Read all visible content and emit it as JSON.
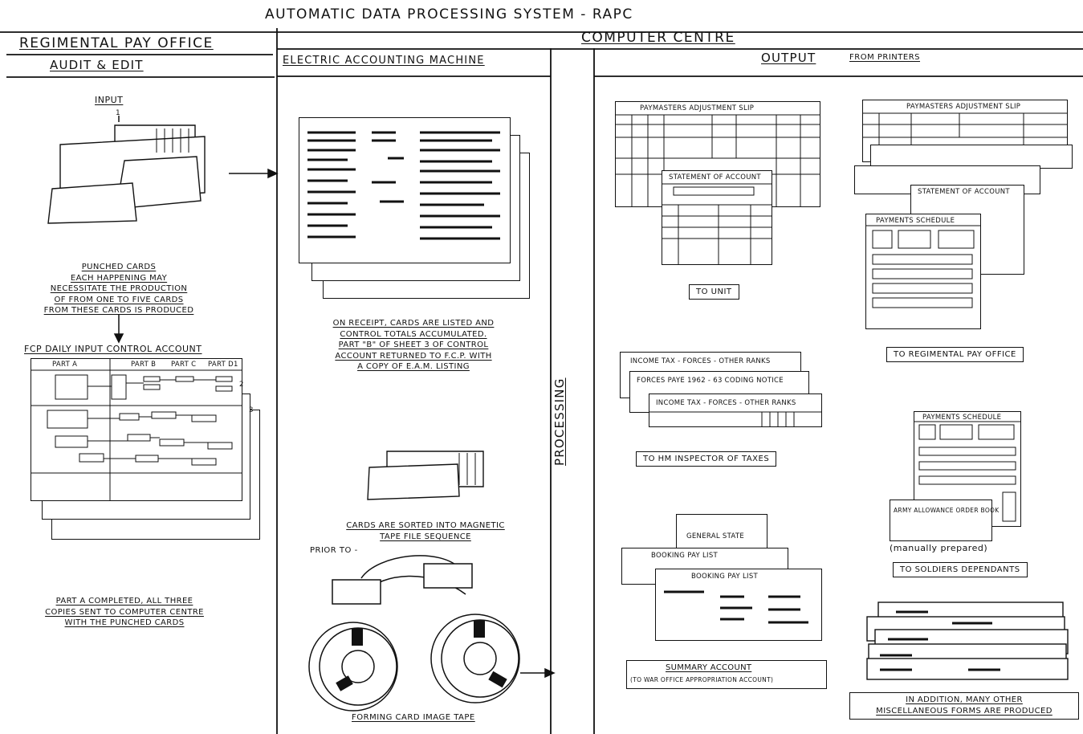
{
  "title": "AUTOMATIC DATA PROCESSING SYSTEM - RAPC",
  "left": {
    "office": "REGIMENTAL PAY OFFICE",
    "section": "AUDIT & EDIT",
    "input_label": "INPUT",
    "input_tick": "1",
    "punched_cards_text": [
      "PUNCHED CARDS",
      "EACH HAPPENING MAY",
      "NECESSITATE THE PRODUCTION",
      "OF FROM ONE TO FIVE CARDS",
      "FROM THESE CARDS IS PRODUCED"
    ],
    "control_account_title": "FCP DAILY INPUT CONTROL ACCOUNT",
    "parts": [
      "PART A",
      "PART B",
      "PART C",
      "PART D"
    ],
    "part_d_num": "1",
    "sheet_nums": [
      "2",
      "3"
    ],
    "completed_text": [
      "PART A COMPLETED, ALL THREE",
      "COPIES SENT TO COMPUTER CENTRE",
      "WITH THE PUNCHED CARDS"
    ]
  },
  "centre": {
    "heading": "COMPUTER CENTRE",
    "eam_heading": "ELECTRIC ACCOUNTING MACHINE",
    "receipt_text": [
      "ON RECEIPT, CARDS ARE LISTED AND",
      "CONTROL TOTALS ACCUMULATED.",
      "PART \"B\" OF SHEET 3 OF CONTROL",
      "ACCOUNT RETURNED TO F.C.P. WITH",
      "A COPY OF E.A.M. LISTING"
    ],
    "sorted_text": [
      "CARDS ARE SORTED INTO MAGNETIC",
      "TAPE FILE SEQUENCE"
    ],
    "prior_to": "PRIOR TO -",
    "forming_text": "FORMING CARD IMAGE TAPE",
    "processing": "PROCESSING"
  },
  "output": {
    "heading": "OUTPUT",
    "from_printers": "FROM PRINTERS",
    "paymasters_slip": "PAYMASTERS ADJUSTMENT SLIP",
    "statement_of_account": "STATEMENT OF ACCOUNT",
    "payments_schedule": "PAYMENTS SCHEDULE",
    "to_unit": "TO UNIT",
    "to_regimental": "TO REGIMENTAL PAY OFFICE",
    "income_tax_1": "INCOME TAX - FORCES - OTHER RANKS",
    "forces_paye": "FORCES PAYE 1962 - 63 CODING NOTICE",
    "income_tax_2": "INCOME TAX - FORCES - OTHER RANKS",
    "to_hm_inspector": "TO HM INSPECTOR OF TAXES",
    "army_allowance": "ARMY ALLOWANCE ORDER BOOK",
    "manually_prepared": "(manually prepared)",
    "to_soldiers": "TO SOLDIERS DEPENDANTS",
    "general_state": "GENERAL STATE",
    "booking_pay_list": "BOOKING PAY LIST",
    "summary_account": "SUMMARY ACCOUNT",
    "summary_sub": "(TO WAR OFFICE APPROPRIATION ACCOUNT)",
    "in_addition": [
      "IN ADDITION, MANY OTHER",
      "MISCELLANEOUS FORMS ARE PRODUCED"
    ]
  }
}
